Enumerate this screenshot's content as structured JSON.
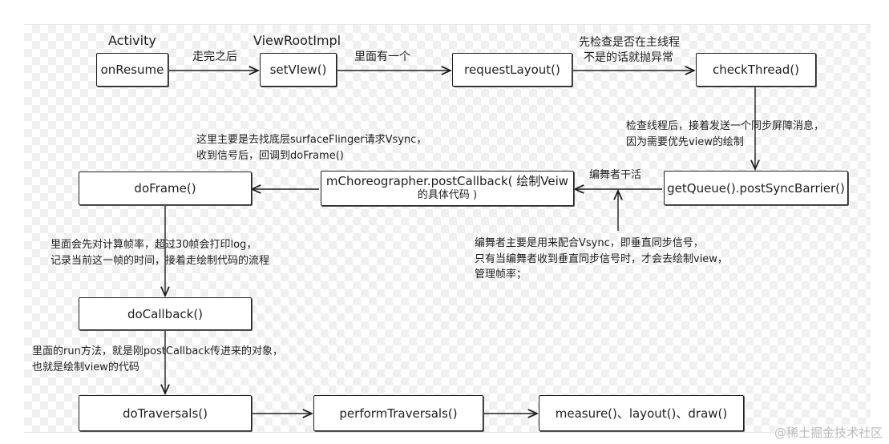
{
  "colors": {
    "stroke": "#1e1e1e",
    "box_fill": "#ffffff",
    "background": "#ffffff"
  },
  "headers": {
    "activity": "Activity",
    "view_root_impl": "ViewRootImpl"
  },
  "nodes": {
    "on_resume": "onResume",
    "set_view": "setVIew()",
    "request_layout": "requestLayout()",
    "check_thread": "checkThread()",
    "get_queue": "getQueue().postSyncBarrier()",
    "post_callback_1": "mChoreographer.postCallback( 绘制Veiw",
    "post_callback_2": "的具体代码 )",
    "do_frame": "doFrame()",
    "do_callback": "doCallback()",
    "do_traversals": "doTraversals()",
    "perform_traversals": "performTraversals()",
    "measure": "measure()、layout()、draw()"
  },
  "edges": {
    "after_resume": "走完之后",
    "has_one": "里面有一个",
    "check_main_1": "先检查是否在主线程",
    "check_main_2": "不是的话就抛异常",
    "check_thread_1": "检查线程后，接着发送一个同步屏障消息，",
    "check_thread_2": "因为需要优先view的绘制",
    "choreographer_work": "编舞者干活"
  },
  "notes": {
    "vsync_1": "这里主要是去找底层surfaceFlinger请求Vsync，",
    "vsync_2": "收到信号后，回调到doFrame()",
    "choreographer_1": "编舞者主要是用来配合Vsync，即垂直同步信号，",
    "choreographer_2": "只有当编舞者收到垂直同步信号时，才会去绘制view，",
    "choreographer_3": "管理帧率；",
    "frame_rate_1": "里面会先对计算帧率，超过30帧会打印log，",
    "frame_rate_2": "记录当前这一帧的时间，接着走绘制代码的流程",
    "run_method_1": "里面的run方法，就是刚postCallback传进来的对象，",
    "run_method_2": "也就是绘制view的代码"
  },
  "watermark": "@稀土掘金技术社区"
}
